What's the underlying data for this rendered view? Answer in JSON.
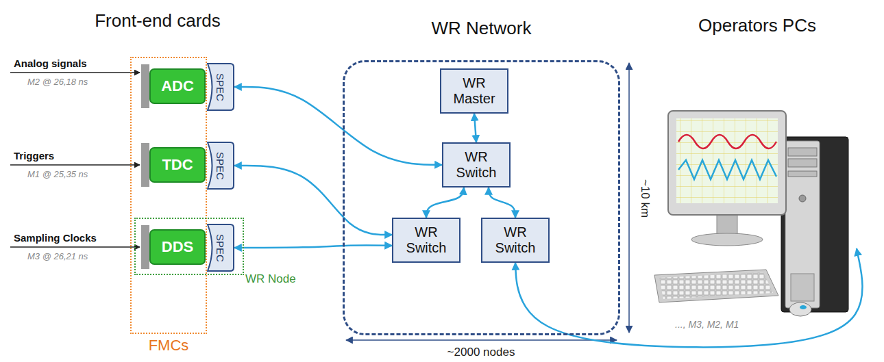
{
  "diagram": {
    "nodes": [
      {
        "text": [
          "FMCs"
        ]
      },
      {
        "text": [
          "ADC"
        ],
        "in": 0
      },
      {
        "text": [
          "SPEC"
        ]
      },
      {
        "text": [
          "TDC"
        ],
        "in": 0
      },
      {
        "text": [
          "SPEC"
        ]
      },
      {
        "text": [
          "WR Node"
        ]
      },
      {
        "text": [
          "DDS"
        ],
        "in": 0
      },
      {
        "text": [
          "SPEC"
        ],
        "in": 5
      },
      {
        "text": [
          "WR Network"
        ]
      },
      {
        "text": [
          "WR Master"
        ],
        "in": 8
      },
      {
        "text": [
          "WR Switch"
        ],
        "in": 8
      },
      {
        "text": [
          "WR Switch"
        ],
        "in": 8
      },
      {
        "text": [
          "WR Switch"
        ],
        "in": 8
      },
      {
        "text": [
          "Operators PCs"
        ]
      }
    ],
    "edges": [
      {
        "from": 2,
        "to": 10,
        "arrow": "both"
      },
      {
        "from": 4,
        "to": 11,
        "arrow": "both"
      },
      {
        "from": 7,
        "to": 11,
        "arrow": "both"
      },
      {
        "from": 9,
        "to": 10,
        "arrow": "both"
      },
      {
        "from": 10,
        "to": 11,
        "arrow": "both"
      },
      {
        "from": 10,
        "to": 12,
        "arrow": "both"
      },
      {
        "from": 12,
        "to": 13,
        "arrow": "both"
      }
    ],
    "labels": [
      "Front-end cards",
      "Analog signals",
      "M2 @ 26,18 ns",
      "Triggers",
      "M1 @ 25,35 ns",
      "Sampling Clocks",
      "M3 @ 26,21 ns",
      "~10 km",
      "~2000 nodes",
      "..., M3, M2, M1"
    ]
  }
}
